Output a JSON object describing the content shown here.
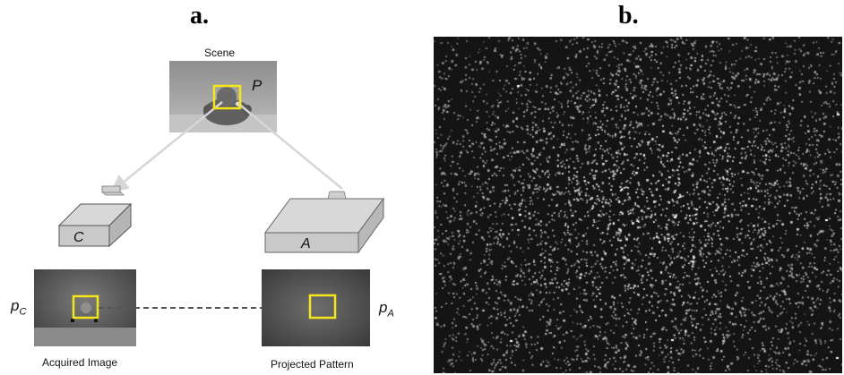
{
  "panels": {
    "a": {
      "letter": "a."
    },
    "b": {
      "letter": "b."
    }
  },
  "diagram": {
    "scene_label": "Scene",
    "point_label": "P",
    "camera_label": "C",
    "projector_label": "A",
    "camera_point_base": "p",
    "camera_point_sub": "C",
    "projector_point_base": "p",
    "projector_point_sub": "A",
    "acquired_caption": "Acquired Image",
    "projected_caption": "Projected Pattern"
  },
  "colors": {
    "highlight_box": "#f5e51b",
    "ray": "#d6d6d6",
    "box_face": "#c9c9c9",
    "dashed_line": "#555555",
    "speckle_bg": "#141414"
  },
  "icons": [
    "camera-box",
    "projector-box"
  ]
}
